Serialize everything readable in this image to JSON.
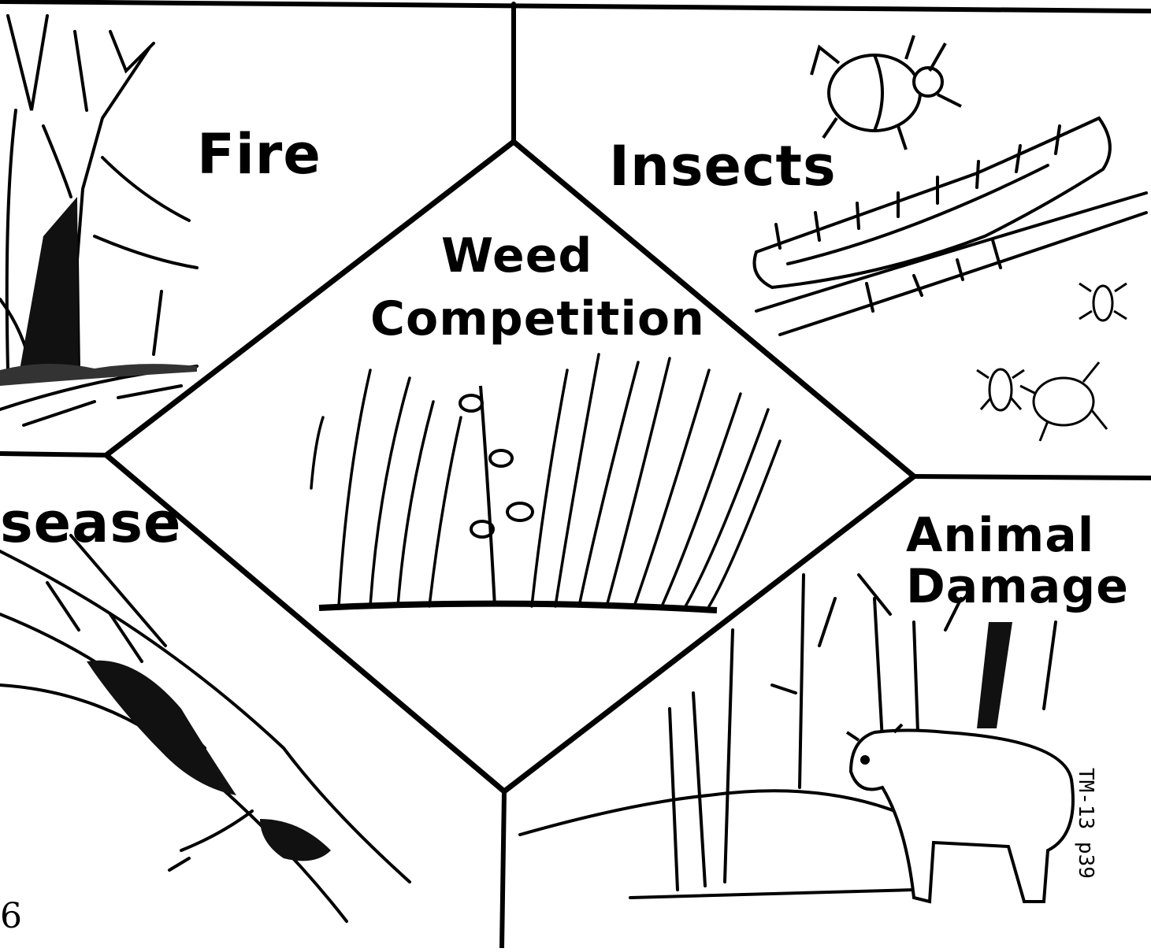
{
  "panels": {
    "fire": {
      "label": "Fire"
    },
    "insects": {
      "label": "Insects"
    },
    "weed": {
      "label_line1": "Weed",
      "label_line2": "Competition"
    },
    "disease": {
      "label": "sease"
    },
    "animal": {
      "label_line1": "Animal",
      "label_line2": "Damage"
    }
  },
  "page_number": "6",
  "reference": "TM-13 p39",
  "colors": {
    "ink": "#000000",
    "paper": "#ffffff"
  }
}
